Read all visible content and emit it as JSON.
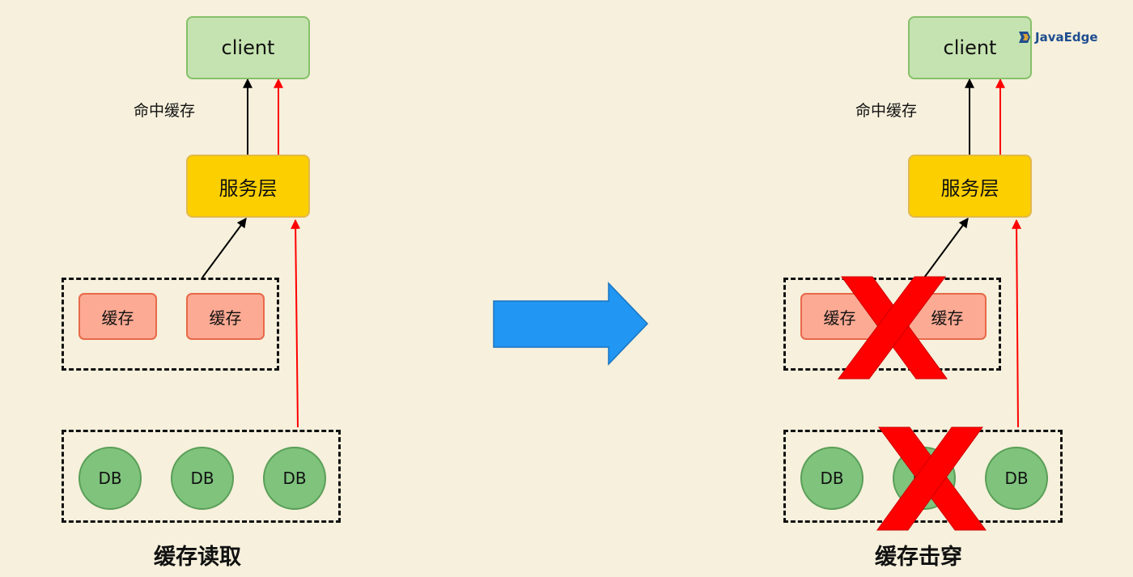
{
  "left": {
    "client": "client",
    "service": "服务层",
    "hit_label": "命中缓存",
    "caches": [
      "缓存",
      "缓存"
    ],
    "dbs": [
      "DB",
      "DB",
      "DB"
    ],
    "caption": "缓存读取"
  },
  "right": {
    "client": "client",
    "service": "服务层",
    "hit_label": "命中缓存",
    "caches": [
      "缓存",
      "缓存"
    ],
    "dbs": [
      "DB",
      "DB",
      "DB"
    ],
    "caption": "缓存击穿"
  },
  "logo": {
    "text": "JavaEdge"
  },
  "colors": {
    "background": "#f6f0dc",
    "client": "#c5e3b0",
    "service": "#fccf00",
    "cache": "#fcaa94",
    "db": "#7fc37d",
    "arrow_black": "#000000",
    "arrow_red": "#ff0000",
    "transition_arrow": "#2196f3",
    "cross": "#ff0000"
  }
}
